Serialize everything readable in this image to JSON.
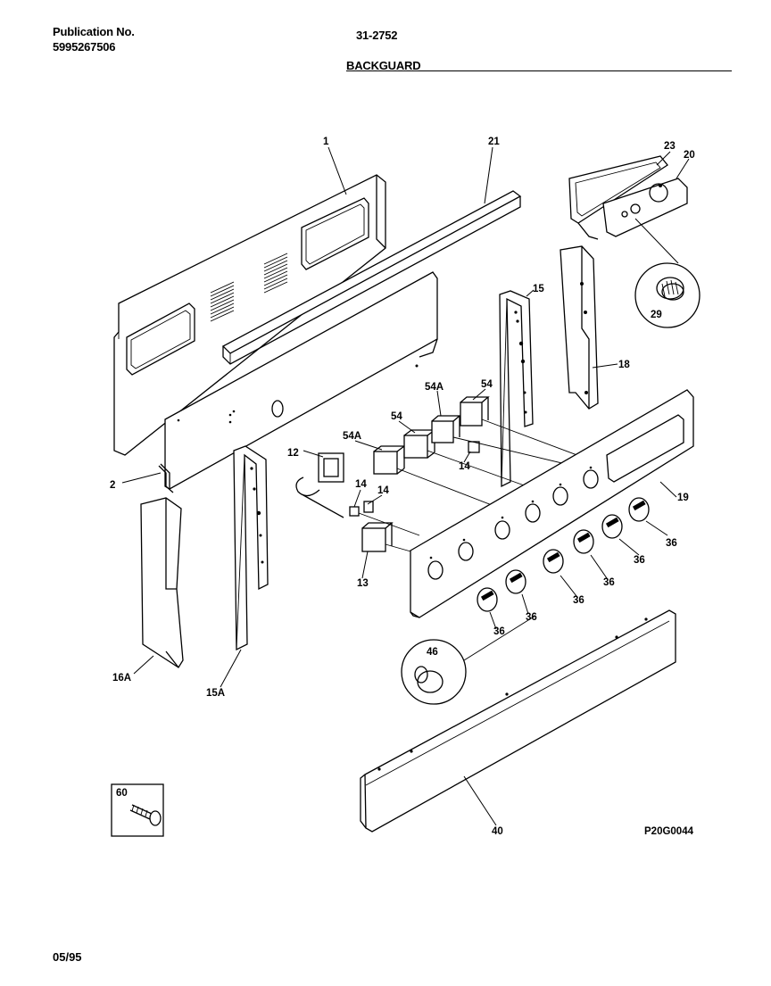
{
  "header": {
    "publication_label": "Publication No.",
    "publication_number": "5995267506",
    "document_code": "31-2752",
    "section_title": "BACKGUARD"
  },
  "footer": {
    "date_code": "05/95",
    "figure_code": "P20G0044"
  },
  "callouts": {
    "c1": "1",
    "c21": "21",
    "c23": "23",
    "c20": "20",
    "c29": "29",
    "c15": "15",
    "c18": "18",
    "c54A_a": "54A",
    "c54_a": "54",
    "c54_b": "54",
    "c54A_b": "54A",
    "c12": "12",
    "c14_a": "14",
    "c14_b": "14",
    "c14_c": "14",
    "c2": "2",
    "c13": "13",
    "c19": "19",
    "c36_a": "36",
    "c36_b": "36",
    "c36_c": "36",
    "c36_d": "36",
    "c36_e": "36",
    "c36_f": "36",
    "c16A": "16A",
    "c15A": "15A",
    "c46": "46",
    "c40": "40",
    "c60": "60"
  }
}
